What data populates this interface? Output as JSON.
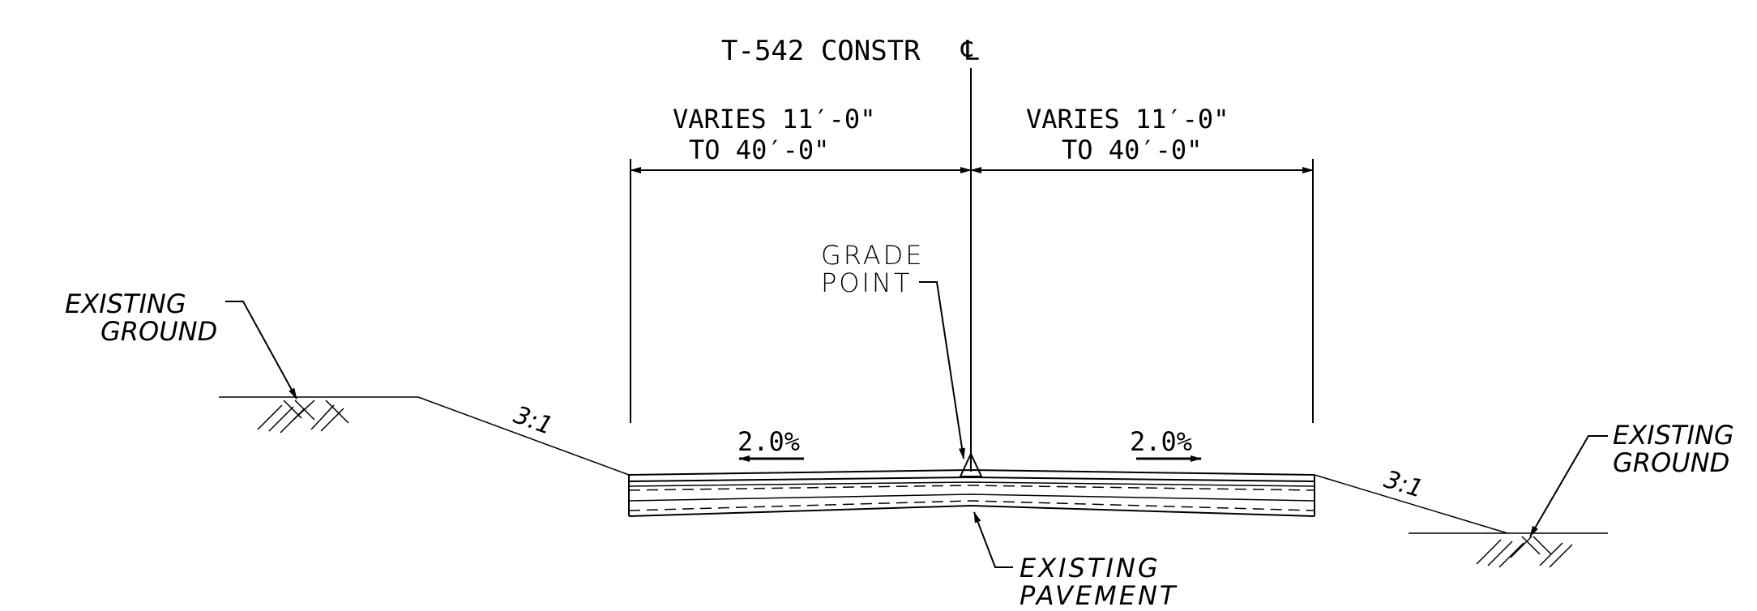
{
  "centerline_label": "T-542 CONSTR",
  "centerline_symbol": "℄",
  "left_width": {
    "line1": "VARIES 11′-0\"",
    "line2": "TO 40′-0\""
  },
  "right_width": {
    "line1": "VARIES 11′-0\"",
    "line2": "TO 40′-0\""
  },
  "grade_point": {
    "line1": "GRADE",
    "line2": "POINT"
  },
  "existing_ground_left": {
    "line1": "EXISTING",
    "line2": "GROUND"
  },
  "existing_ground_right": {
    "line1": "EXISTING",
    "line2": "GROUND"
  },
  "existing_pavement": {
    "line1": "EXISTING",
    "line2": "PAVEMENT"
  },
  "left_cross_slope": "2.0%",
  "right_cross_slope": "2.0%",
  "left_side_slope": "3:1",
  "right_side_slope": "3:1",
  "line_color": "#000000"
}
